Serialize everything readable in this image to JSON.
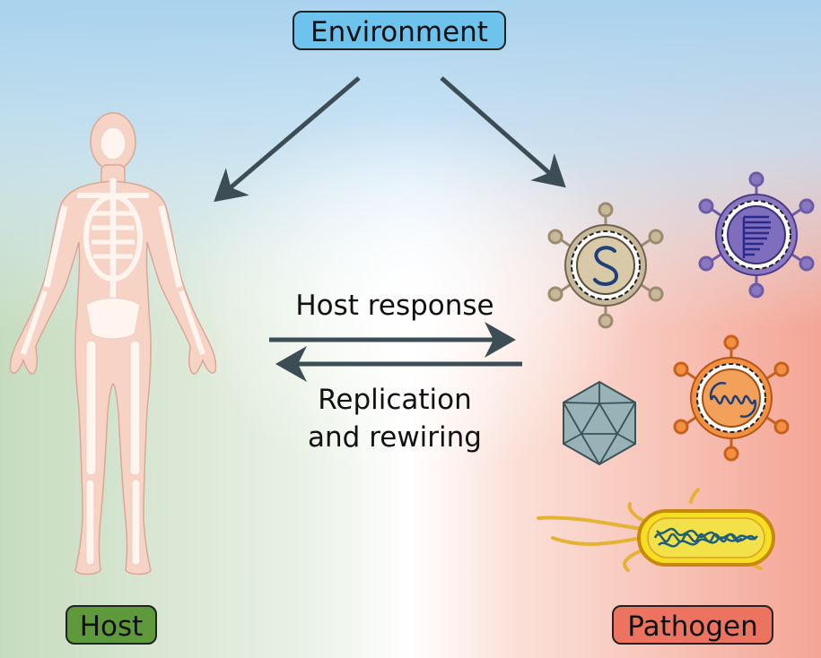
{
  "nodes": {
    "environment": "Environment",
    "host": "Host",
    "pathogen": "Pathogen"
  },
  "edges": {
    "host_response": "Host response",
    "replication_line1": "Replication",
    "replication_line2": "and rewiring"
  },
  "colors": {
    "environment_pill": "#6ec3ec",
    "host_pill": "#5e9a3c",
    "pathogen_pill": "#ec7360",
    "arrow": "#3d4d56",
    "body": "#f6d3c5",
    "bone": "#fff4ee"
  },
  "icons": [
    "human-body-icon",
    "coronavirus-icon",
    "enveloped-virus-icon",
    "icosahedral-virus-icon",
    "helical-virus-icon",
    "bacterium-icon"
  ]
}
